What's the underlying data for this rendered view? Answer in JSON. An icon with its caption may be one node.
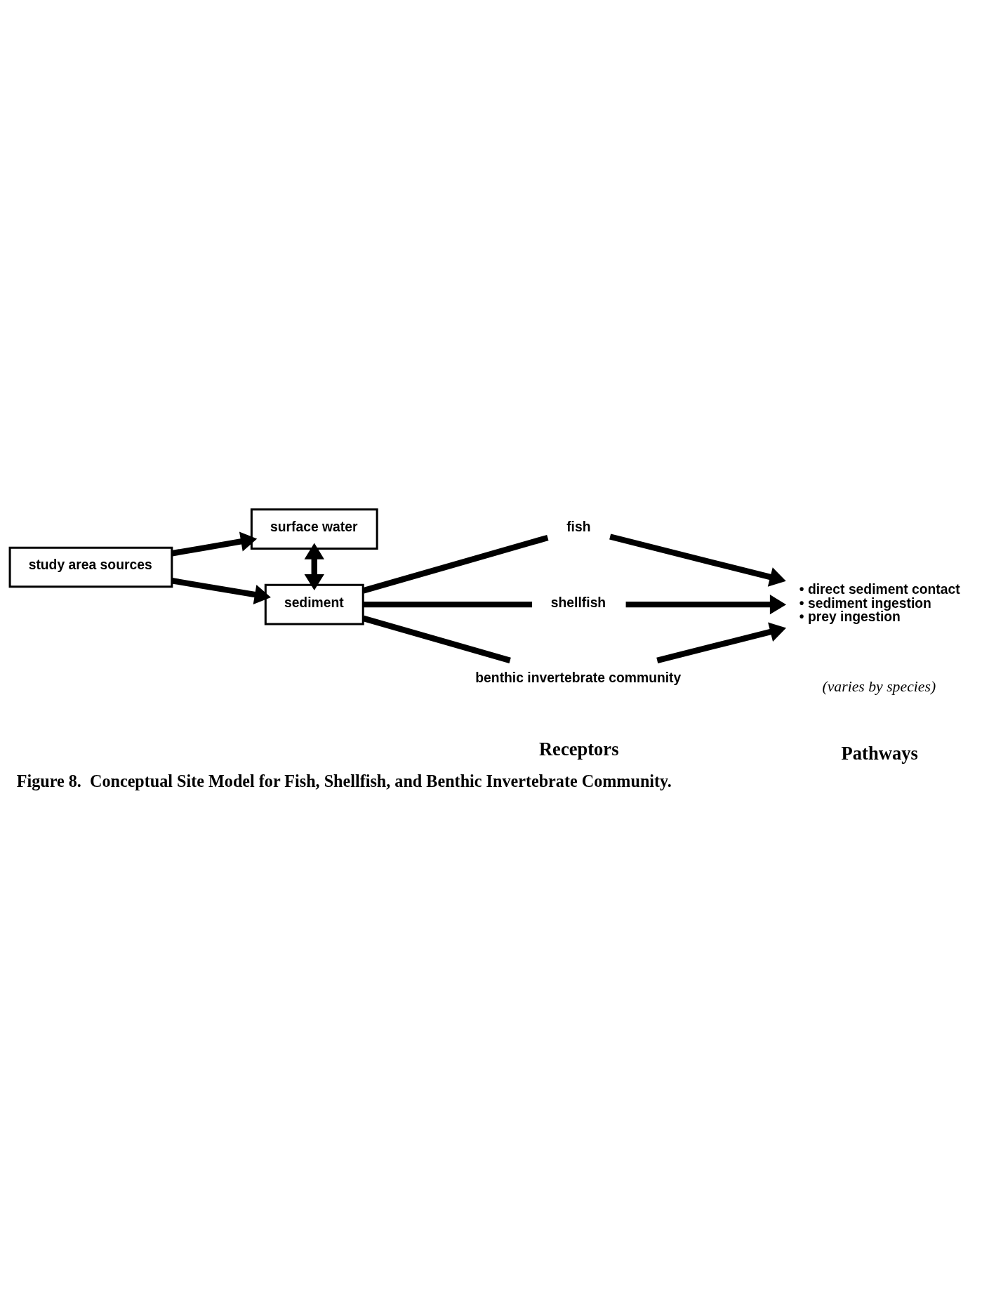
{
  "diagram": {
    "caption": "Figure 8.  Conceptual Site Model for Fish, Shellfish, and Benthic Invertebrate Community.",
    "nodes": [
      {
        "text": [
          "surface water"
        ]
      },
      {
        "text": [
          "study area sources"
        ]
      },
      {
        "text": [
          "sediment"
        ]
      },
      {
        "text": [
          "fish"
        ]
      },
      {
        "text": [
          "shellfish"
        ]
      },
      {
        "text": [
          "benthic invertebrate community"
        ]
      },
      {
        "text": [
          "• direct sediment contact",
          "• sediment ingestion",
          "• prey ingestion"
        ]
      }
    ],
    "edges": [
      {
        "from": 1,
        "to": 0,
        "arrow": "to"
      },
      {
        "from": 1,
        "to": 2,
        "arrow": "to"
      },
      {
        "from": 0,
        "to": 2,
        "arrow": "both"
      },
      {
        "from": 2,
        "to": 3,
        "arrow": "none"
      },
      {
        "from": 2,
        "to": 4,
        "arrow": "none"
      },
      {
        "from": 2,
        "to": 5,
        "arrow": "none"
      },
      {
        "from": 3,
        "to": 6,
        "arrow": "to"
      },
      {
        "from": 4,
        "to": 6,
        "arrow": "to"
      },
      {
        "from": 5,
        "to": 6,
        "arrow": "to"
      }
    ],
    "labels": [
      "Receptors",
      "Pathways",
      "(varies by species)"
    ]
  }
}
